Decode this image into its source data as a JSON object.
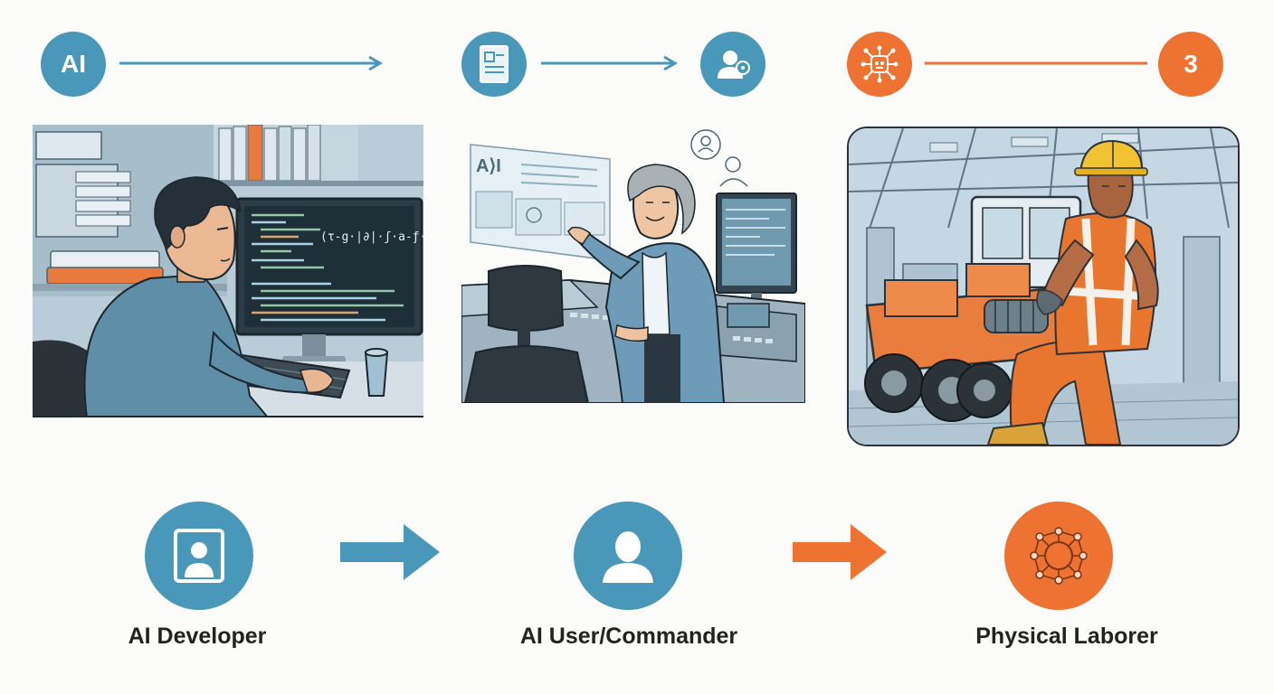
{
  "top_flow": {
    "step1_text": "AI",
    "step3_text": "3",
    "icons": [
      "document-icon",
      "user-chat-icon",
      "robot-network-icon"
    ]
  },
  "panels": {
    "developer_screen_text": "(τ-g·|∂|·ʃ·a-ƒ·ƒ)",
    "commander_screen_text": "A⟩I"
  },
  "roles": [
    {
      "label": "AI Developer",
      "icon": "portrait-icon",
      "color": "#4a98b9"
    },
    {
      "label": "AI User/Commander",
      "icon": "person-icon",
      "color": "#4a98b9"
    },
    {
      "label": "Physical Laborer",
      "icon": "network-node-icon",
      "color": "#ee7231"
    }
  ],
  "colors": {
    "blue": "#4a98b9",
    "orange": "#ee7231",
    "text": "#222222"
  }
}
